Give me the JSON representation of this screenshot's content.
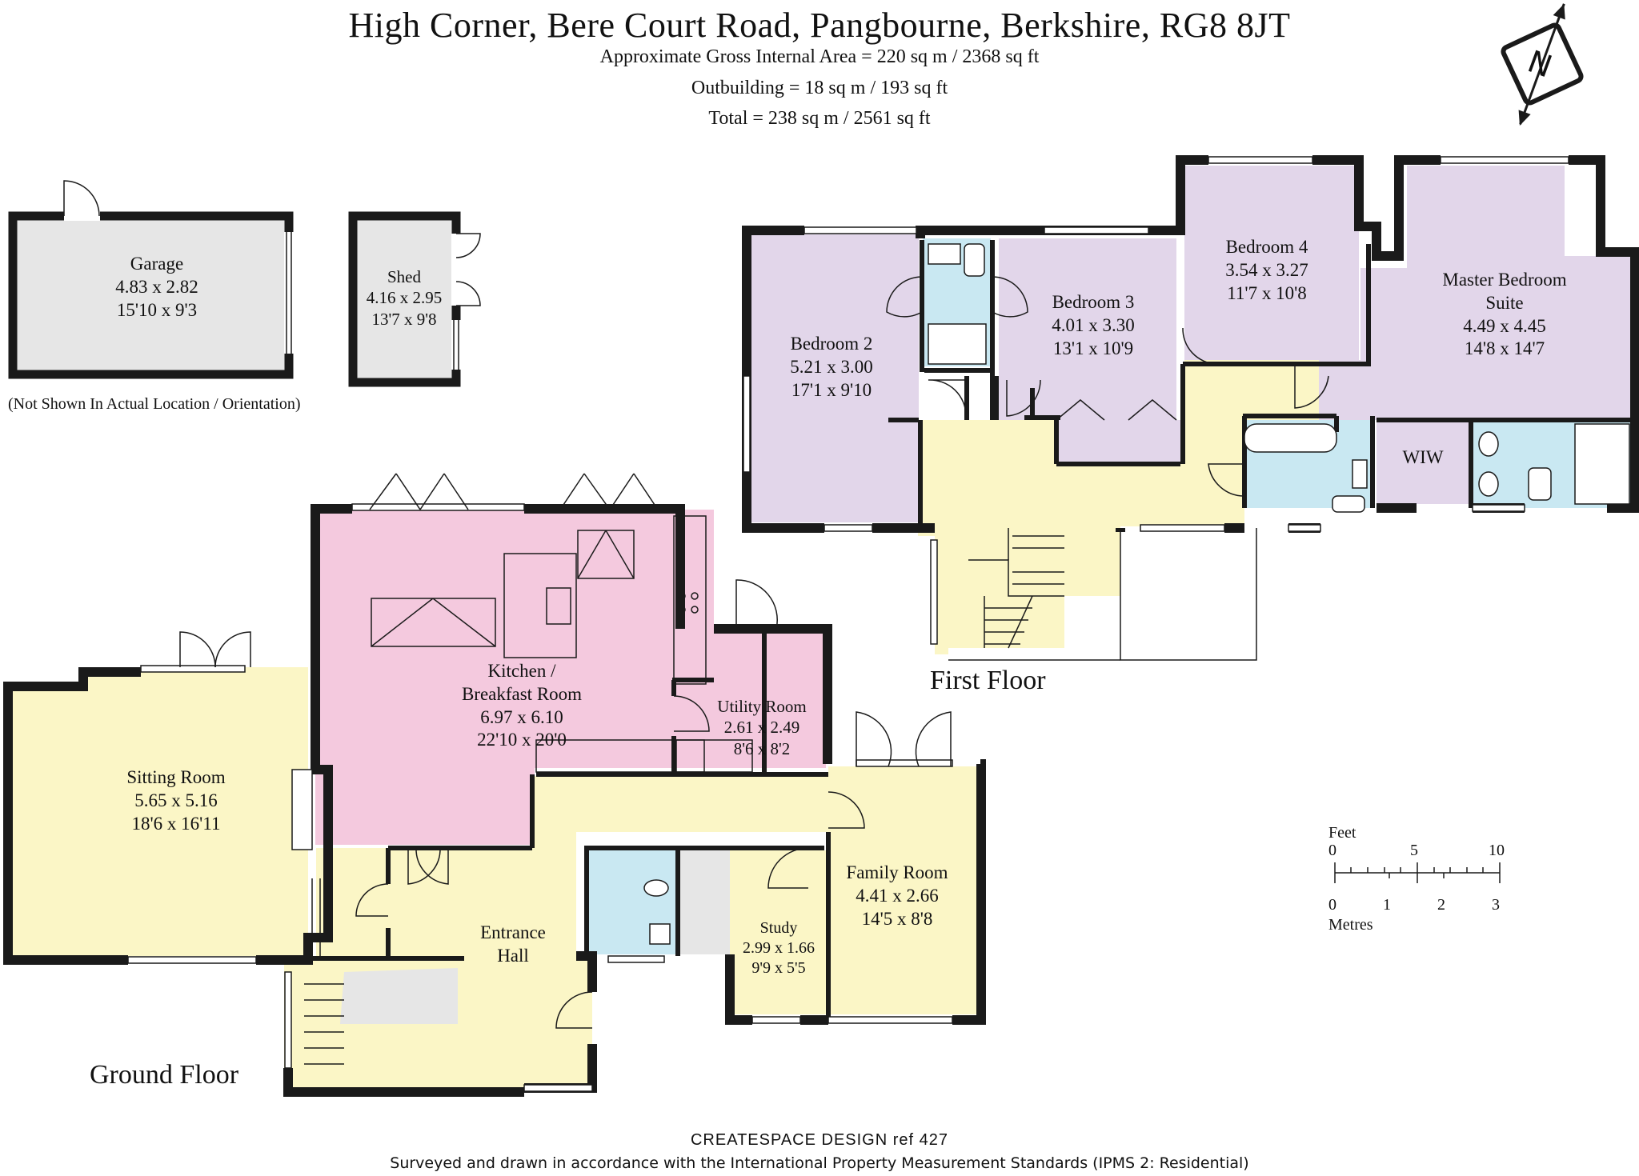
{
  "header": {
    "address": "High Corner, Bere Court Road, Pangbourne, Berkshire, RG8 8JT",
    "gross_area": "Approximate Gross Internal Area = 220 sq m / 2368 sq ft",
    "outbuilding": "Outbuilding = 18 sq m /  193 sq ft",
    "total": "Total = 238 sq m /  2561 sq ft"
  },
  "compass": {
    "letter": "N"
  },
  "outbuildings_note": "(Not Shown In Actual Location / Orientation)",
  "floors": {
    "ground": "Ground Floor",
    "first": "First Floor"
  },
  "rooms": {
    "garage": {
      "name": "Garage",
      "metric": "4.83 x 2.82",
      "imperial": "15'10 x 9'3"
    },
    "shed": {
      "name": "Shed",
      "metric": "4.16 x 2.95",
      "imperial": "13'7 x 9'8"
    },
    "kitchen": {
      "name1": "Kitchen /",
      "name2": "Breakfast Room",
      "metric": "6.97 x 6.10",
      "imperial": "22'10 x 20'0"
    },
    "utility": {
      "name": "Utility Room",
      "metric": "2.61 x 2.49",
      "imperial": "8'6 x 8'2"
    },
    "sitting": {
      "name": "Sitting Room",
      "metric": "5.65 x 5.16",
      "imperial": "18'6 x 16'11"
    },
    "entrance": {
      "name1": "Entrance",
      "name2": "Hall"
    },
    "study": {
      "name": "Study",
      "metric": "2.99 x 1.66",
      "imperial": "9'9 x 5'5"
    },
    "family": {
      "name": "Family Room",
      "metric": "4.41 x 2.66",
      "imperial": "14'5 x 8'8"
    },
    "bedroom2": {
      "name": "Bedroom 2",
      "metric": "5.21 x 3.00",
      "imperial": "17'1 x 9'10"
    },
    "bedroom3": {
      "name": "Bedroom 3",
      "metric": "4.01 x 3.30",
      "imperial": "13'1 x 10'9"
    },
    "bedroom4": {
      "name": "Bedroom 4",
      "metric": "3.54 x 3.27",
      "imperial": "11'7 x 10'8"
    },
    "master": {
      "name1": "Master Bedroom",
      "name2": "Suite",
      "metric": "4.49 x 4.45",
      "imperial": "14'8 x 14'7"
    },
    "wiw": {
      "name": "WIW"
    }
  },
  "scale": {
    "feet_label": "Feet",
    "metres_label": "Metres",
    "feet_ticks": [
      "0",
      "5",
      "10"
    ],
    "metre_ticks": [
      "0",
      "1",
      "2",
      "3"
    ]
  },
  "footer": {
    "company": "CREATESPACE DESIGN  ref  427",
    "standard": "Surveyed and drawn in accordance with the International Property Measurement Standards (IPMS 2: Residential)"
  },
  "colors": {
    "wall": "#1a1a1a",
    "kitchen": "#f4c9de",
    "living": "#fbf6c6",
    "bedroom": "#e2d6ea",
    "bathroom": "#c9e8f2",
    "outbuilding": "#e6e6e6"
  }
}
